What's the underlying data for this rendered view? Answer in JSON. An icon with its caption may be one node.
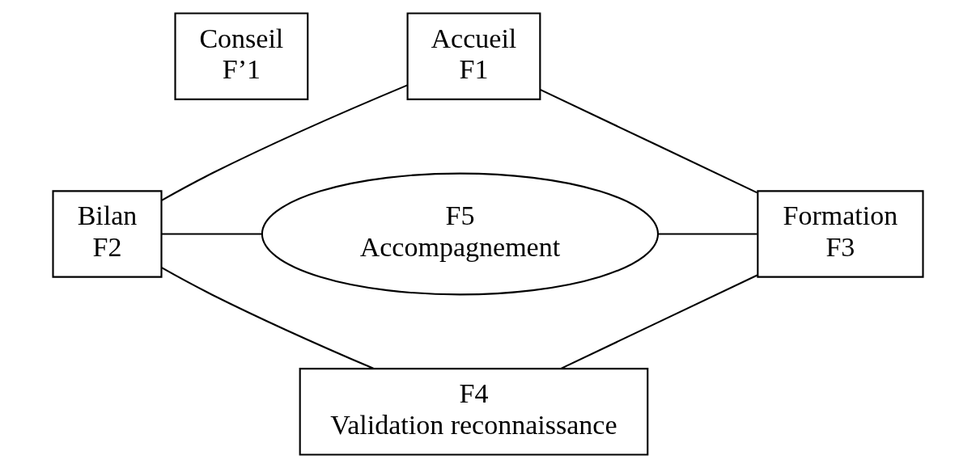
{
  "diagram": {
    "nodes": [
      {
        "text": [
          "Conseil",
          "F’1"
        ]
      },
      {
        "text": [
          "Accueil",
          "F1"
        ]
      },
      {
        "text": [
          "Bilan",
          "F2"
        ]
      },
      {
        "text": [
          "F5",
          "Accompagnement"
        ]
      },
      {
        "text": [
          "Formation",
          "F3"
        ]
      },
      {
        "text": [
          "F4",
          "Validation reconnaissance"
        ]
      }
    ],
    "edges": [
      {
        "from": 1,
        "to": 2,
        "arrow": "none"
      },
      {
        "from": 1,
        "to": 4,
        "arrow": "none"
      },
      {
        "from": 2,
        "to": 3,
        "arrow": "none"
      },
      {
        "from": 3,
        "to": 4,
        "arrow": "none"
      },
      {
        "from": 2,
        "to": 5,
        "arrow": "none"
      },
      {
        "from": 5,
        "to": 4,
        "arrow": "none"
      }
    ]
  }
}
